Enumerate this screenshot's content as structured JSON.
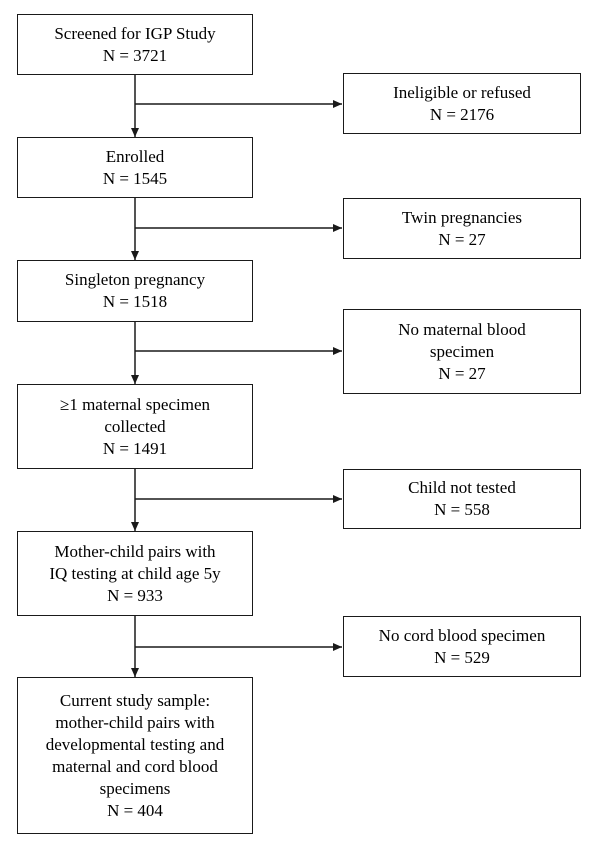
{
  "flowchart": {
    "main": [
      {
        "lines": [
          "Screened for IGP Study",
          "N = 3721"
        ]
      },
      {
        "lines": [
          "Enrolled",
          "N = 1545"
        ]
      },
      {
        "lines": [
          "Singleton pregnancy",
          "N = 1518"
        ]
      },
      {
        "lines": [
          "≥1 maternal specimen",
          "collected",
          "N = 1491"
        ]
      },
      {
        "lines": [
          "Mother-child pairs with",
          "IQ testing at child age 5y",
          "N = 933"
        ]
      },
      {
        "lines": [
          "Current study sample:",
          "mother-child pairs with",
          "developmental testing and",
          "maternal and cord blood",
          "specimens",
          "N = 404"
        ]
      }
    ],
    "exclusions": [
      {
        "lines": [
          "Ineligible or refused",
          "N = 2176"
        ]
      },
      {
        "lines": [
          "Twin pregnancies",
          "N = 27"
        ]
      },
      {
        "lines": [
          "No maternal blood",
          "specimen",
          "N = 27"
        ]
      },
      {
        "lines": [
          "Child not tested",
          "N = 558"
        ]
      },
      {
        "lines": [
          "No cord blood specimen",
          "N = 529"
        ]
      }
    ]
  }
}
